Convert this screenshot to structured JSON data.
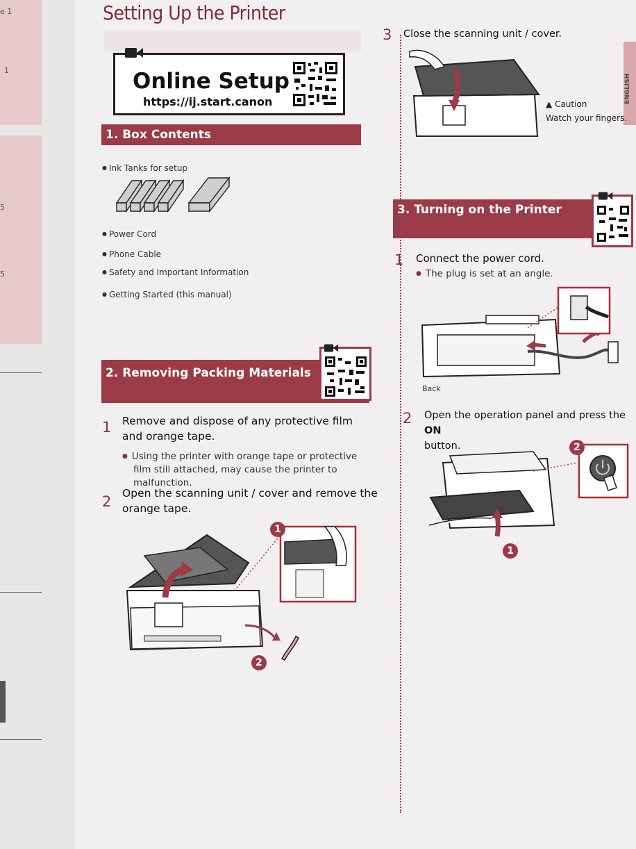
{
  "doc": {
    "title": "Setting Up the Printer",
    "language_tab": "ENGLISH",
    "left_edge_numbers": [
      "e 1",
      "1",
      "5",
      "5"
    ]
  },
  "online_setup": {
    "heading": "Online Setup",
    "url": "https://ij.start.canon"
  },
  "box_contents": {
    "heading": "1. Box Contents",
    "items": [
      "Ink Tanks for setup",
      "Power Cord",
      "Phone Cable",
      "Safety and Important Information",
      "Getting Started (this manual)"
    ]
  },
  "removing": {
    "heading": "2. Removing Packing Materials",
    "step1_num": "1",
    "step1_text": "Remove and dispose of any protective film and orange tape.",
    "step1_sub": "Using the printer with orange tape or protective film still attached, may cause the printer to malfunction.",
    "step2_num": "2",
    "step2_text": "Open the scanning unit / cover and remove the orange tape.",
    "callout1": "1",
    "callout2": "2"
  },
  "close_step": {
    "num": "3",
    "text": "Close the scanning unit / cover.",
    "caution_title": "Caution",
    "caution_text": "Watch your fingers."
  },
  "turning_on": {
    "heading": "3. Turning on the Printer",
    "step1_num": "1",
    "step1_text": "Connect the power cord.",
    "step1_sub": "The plug is set at an angle.",
    "back_label": "Back",
    "step2_num": "2",
    "step2_text_a": "Open the operation panel and press the ",
    "step2_text_bold": "ON",
    "step2_text_b": "button.",
    "callout1": "1",
    "callout2": "2"
  }
}
